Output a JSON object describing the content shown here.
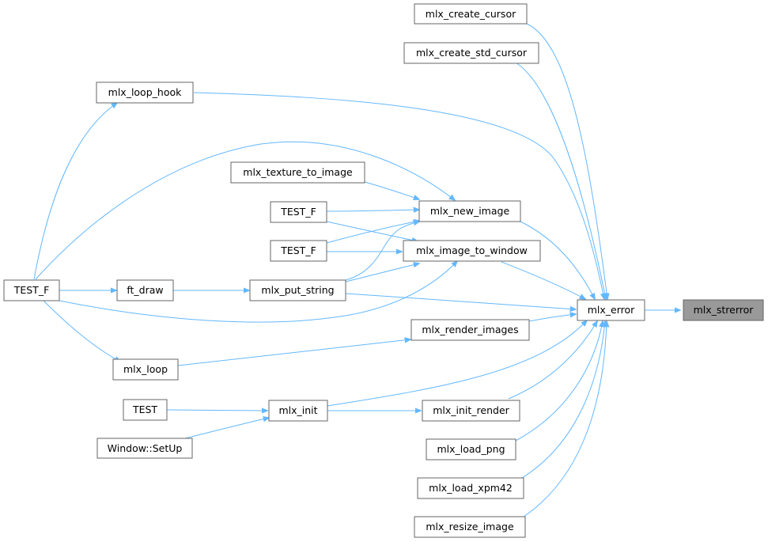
{
  "graph": {
    "nodes": {
      "mlx_strerror": "mlx_strerror",
      "mlx_error": "mlx_error",
      "mlx_create_cursor": "mlx_create_cursor",
      "mlx_create_std_cursor": "mlx_create_std_cursor",
      "mlx_loop_hook": "mlx_loop_hook",
      "mlx_texture_to_image": "mlx_texture_to_image",
      "test_f_1": "TEST_F",
      "mlx_new_image": "mlx_new_image",
      "test_f_2": "TEST_F",
      "mlx_image_to_window": "mlx_image_to_window",
      "test_f_main": "TEST_F",
      "ft_draw": "ft_draw",
      "mlx_put_string": "mlx_put_string",
      "mlx_render_images": "mlx_render_images",
      "mlx_loop": "mlx_loop",
      "test": "TEST",
      "mlx_init": "mlx_init",
      "mlx_init_render": "mlx_init_render",
      "window_setup": "Window::SetUp",
      "mlx_load_png": "mlx_load_png",
      "mlx_load_xpm42": "mlx_load_xpm42",
      "mlx_resize_image": "mlx_resize_image"
    },
    "edge_color": "#63b8ff",
    "current_node_fill": "#999999"
  }
}
